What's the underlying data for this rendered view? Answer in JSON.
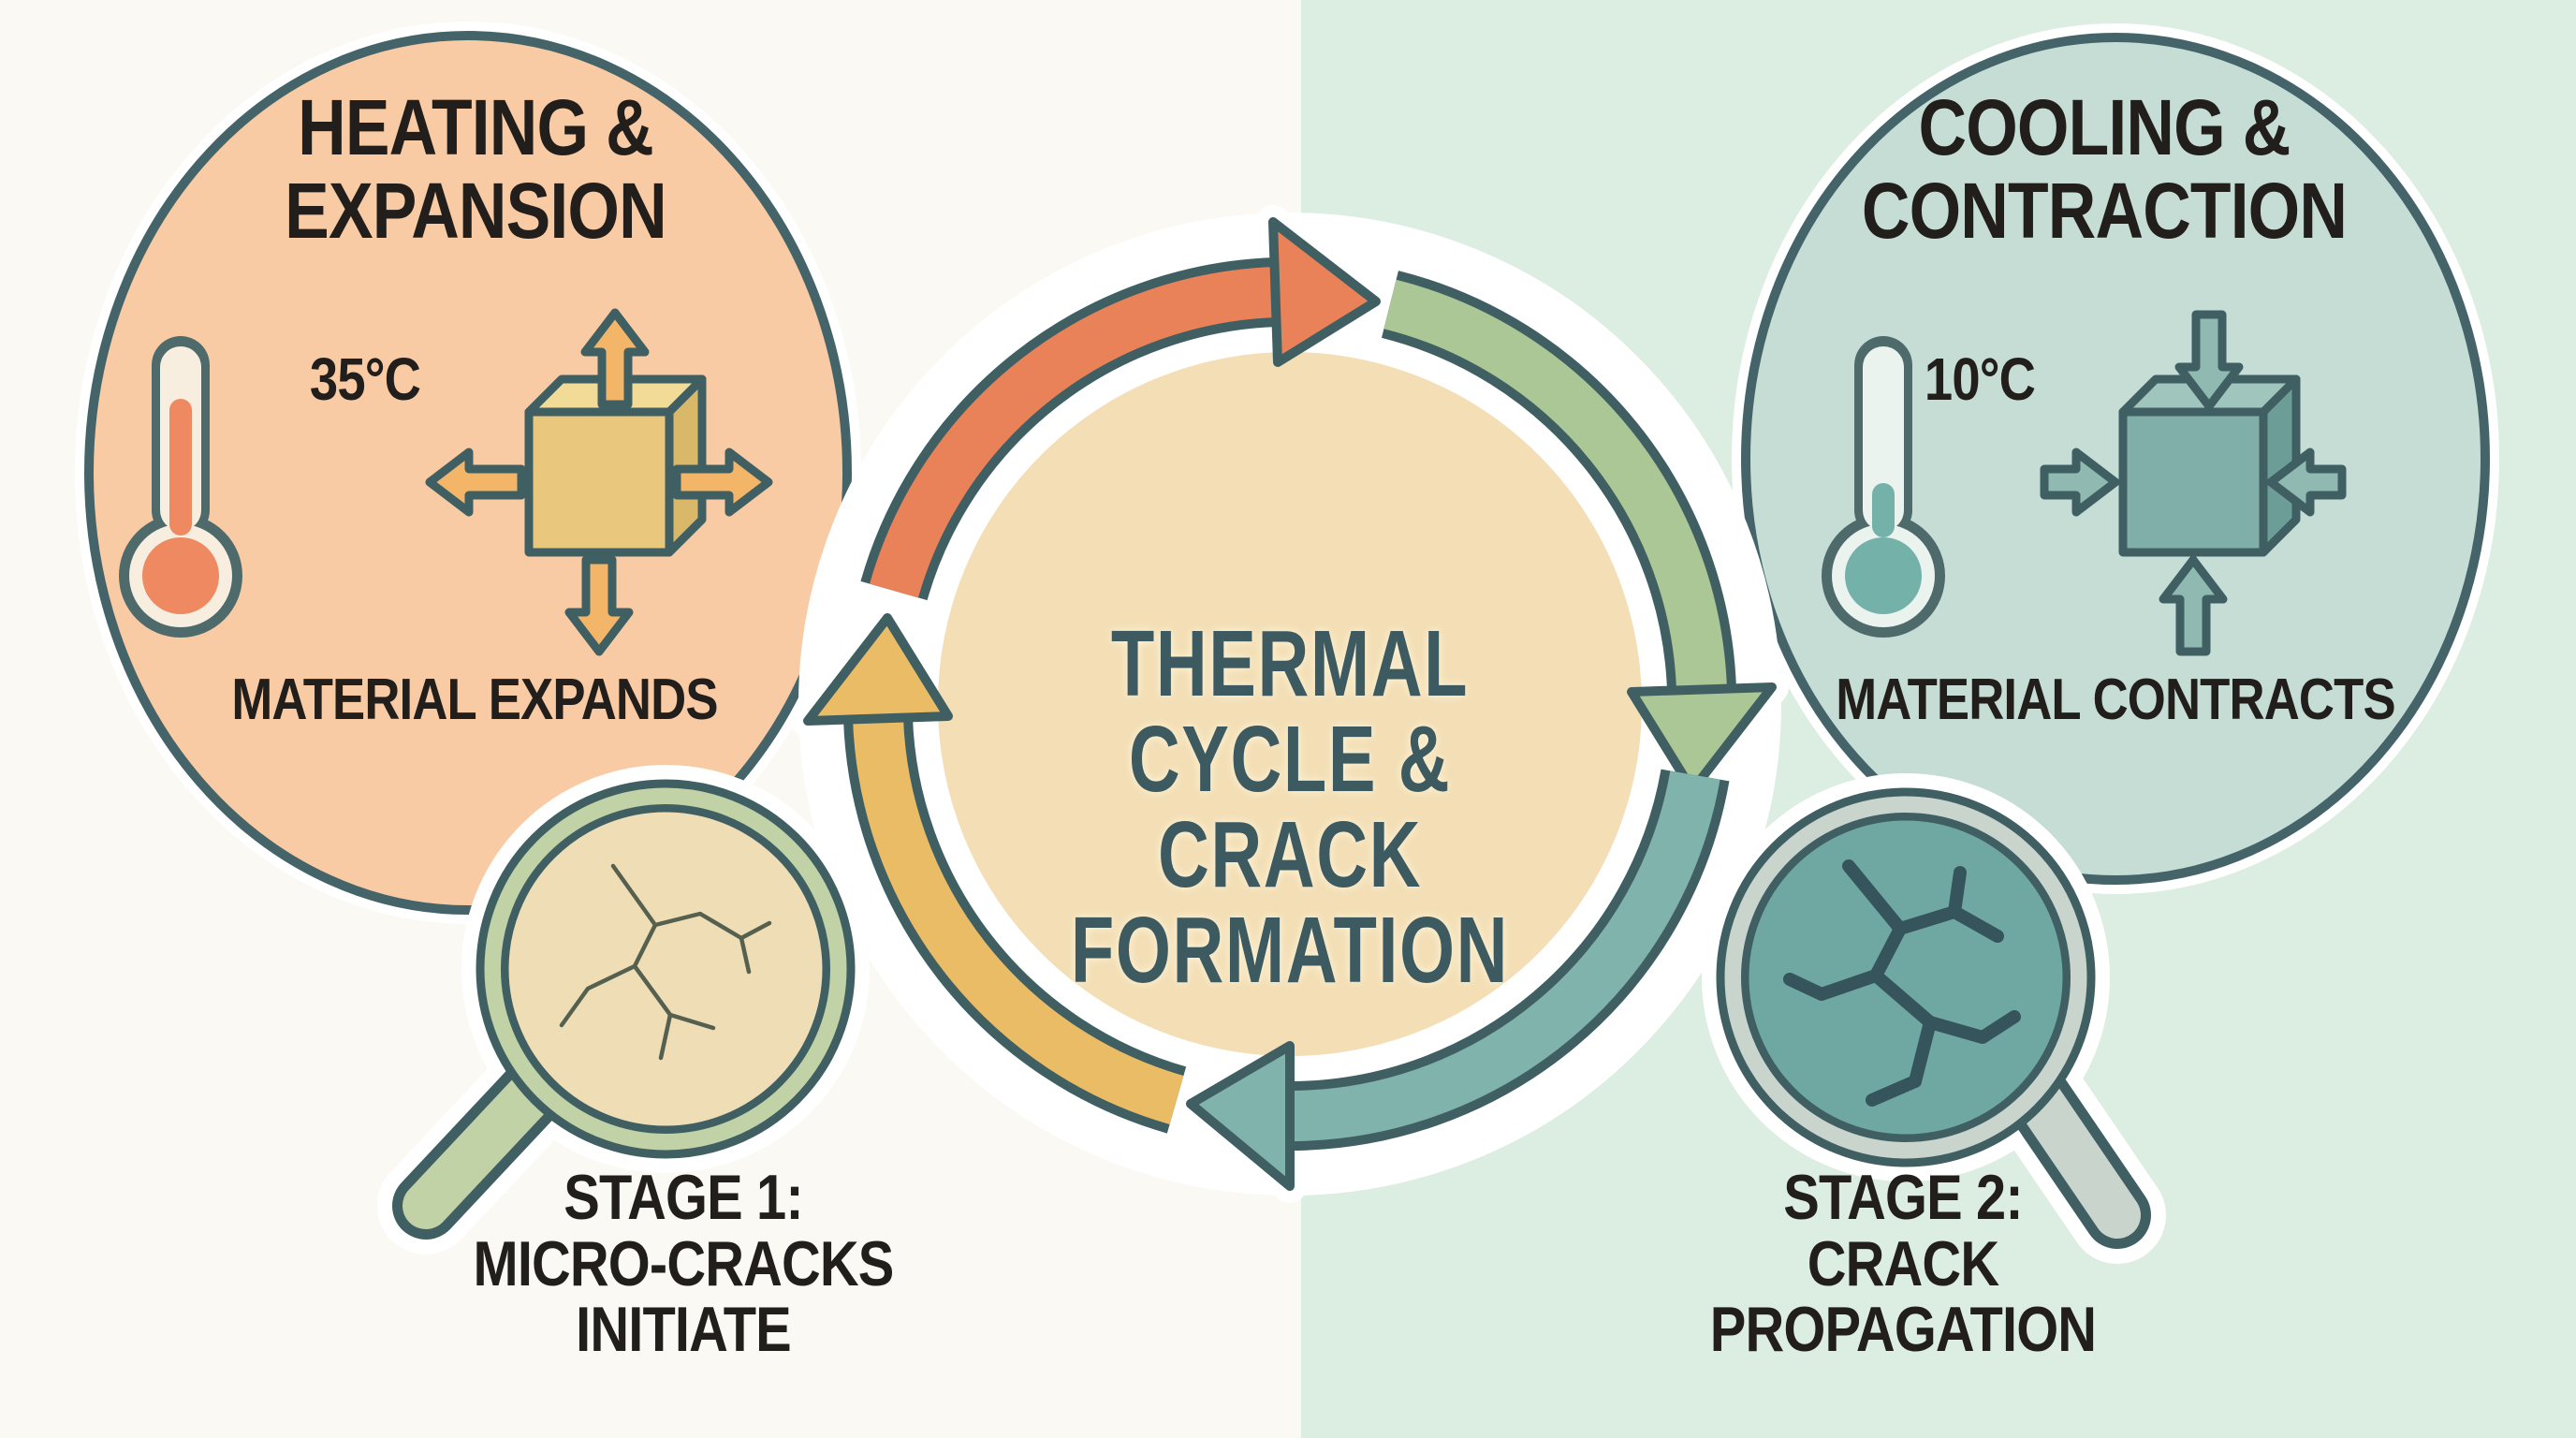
{
  "background": {
    "left_color": "#FAF9F3",
    "right_color": "#DCEDE2"
  },
  "center": {
    "title_line1": "THERMAL CYCLE &",
    "title_line2": "CRACK FORMATION",
    "disc_color": "#F3DEB5",
    "title_color": "#3D5A60",
    "arc_colors": {
      "heating_arc": "#E98159",
      "cooling_start_arc": "#ABC795",
      "cooling_arc": "#7FB3AB",
      "reheat_arc": "#EBBC66"
    },
    "outline_color": "#3F5F63"
  },
  "heating_stage": {
    "title_line1": "HEATING &",
    "title_line2": "EXPANSION",
    "temperature": "35°C",
    "caption": "MATERIAL EXPANDS",
    "circle_color": "#F8CBA4",
    "thermometer_mercury_color": "#EF8962",
    "cube_color": "#E9C87E",
    "arrow_color": "#F3B668"
  },
  "cooling_stage": {
    "title_line1": "COOLING &",
    "title_line2": "CONTRACTION",
    "temperature": "10°C",
    "caption": "MATERIAL CONTRACTS",
    "circle_color": "#C6DDD6",
    "thermometer_mercury_color": "#73B1A9",
    "cube_color": "#80AEA8",
    "arrow_color": "#8FB9B1"
  },
  "stage1": {
    "line1": "STAGE 1:",
    "line2": "MICRO-CRACKS",
    "line3": "INITIATE",
    "lens_color": "#EFDDB6",
    "rim_color": "#C1D2A6"
  },
  "stage2": {
    "line1": "STAGE 2:",
    "line2": "CRACK",
    "line3": "PROPAGATION",
    "lens_color": "#6FA8A3",
    "rim_color": "#C9D4CC"
  }
}
